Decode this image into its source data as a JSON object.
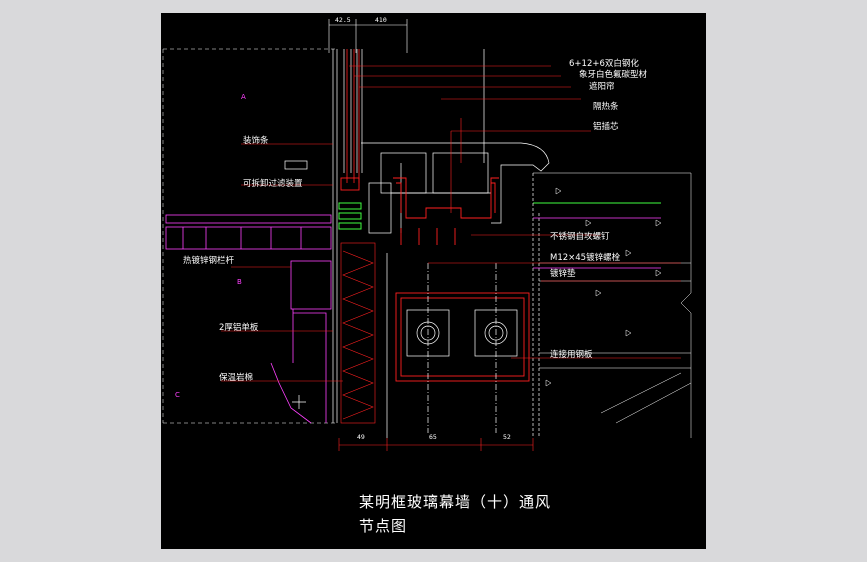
{
  "drawing": {
    "dimensions_top": [
      "42.5",
      "410"
    ],
    "dimensions_bottom": [
      "49",
      "65",
      "52"
    ],
    "labels_right": [
      "6+12+6双白钢化",
      "象牙白色氟碳型材",
      "遮阳帘",
      "隔热条",
      "铝插芯",
      "不锈钢自攻螺钉",
      "M12×45镀锌螺栓",
      "镀锌垫",
      "连接用钢板"
    ],
    "labels_left": [
      "装饰条",
      "可拆卸过滤装置",
      "热镀锌钢栏杆",
      "2厚铝单板",
      "保温岩棉"
    ],
    "section_marks": [
      "A",
      "B",
      "C"
    ],
    "title_line1": "某明框玻璃幕墙（十）通风",
    "title_line2": "节点图"
  },
  "colors": {
    "background": "#000000",
    "frame": "#d9d9db",
    "line_white": "#ffffff",
    "line_red": "#ff2020",
    "line_magenta": "#ff40ff",
    "line_green": "#40ff40"
  }
}
